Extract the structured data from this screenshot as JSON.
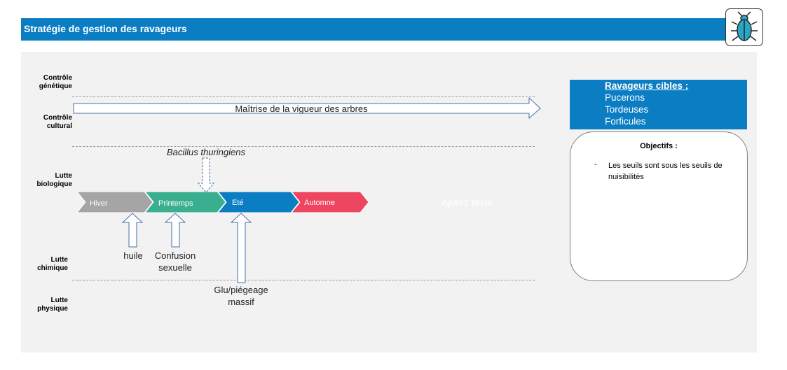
{
  "header": {
    "title": "Stratégie de gestion des ravageurs",
    "icon": "beetle-icon",
    "accent": "#0a7dc3"
  },
  "rows": [
    {
      "id": "genetique",
      "label_line1": "Contrôle",
      "label_line2": "génétique"
    },
    {
      "id": "cultural",
      "label_line1": "Contrôle",
      "label_line2": "cultural"
    },
    {
      "id": "biologique",
      "label_line1": "Lutte",
      "label_line2": "biologique"
    },
    {
      "id": "chimique",
      "label_line1": "Lutte",
      "label_line2": "chimique"
    },
    {
      "id": "physique",
      "label_line1": "Lutte",
      "label_line2": "physique"
    }
  ],
  "vigueur_arrow": "Maîtrise de la vigueur des arbres",
  "seasons": [
    {
      "label": "Hiver",
      "color": "#a5a5a5"
    },
    {
      "label": "Printemps",
      "color": "#3aaf8f"
    },
    {
      "label": "Eté",
      "color": "#0a7dc3"
    },
    {
      "label": "Automne",
      "color": "#ee4560"
    }
  ],
  "biological_agent": "Bacillus thuringiens",
  "interventions": {
    "huile": "huile",
    "confusion_line1": "Confusion",
    "confusion_line2": "sexuelle",
    "glu_line1": "Glu/piégeage",
    "glu_line2": "massif"
  },
  "placeholder": "Ajutez texte",
  "targets": {
    "heading": "Ravageurs cibles :",
    "items": [
      "Pucerons",
      "Tordeuses",
      "Forficules"
    ]
  },
  "objectives": {
    "title": "Objectifs :",
    "bullet": "-",
    "text": "Les seuils sont sous les seuils de nuisibilités"
  }
}
